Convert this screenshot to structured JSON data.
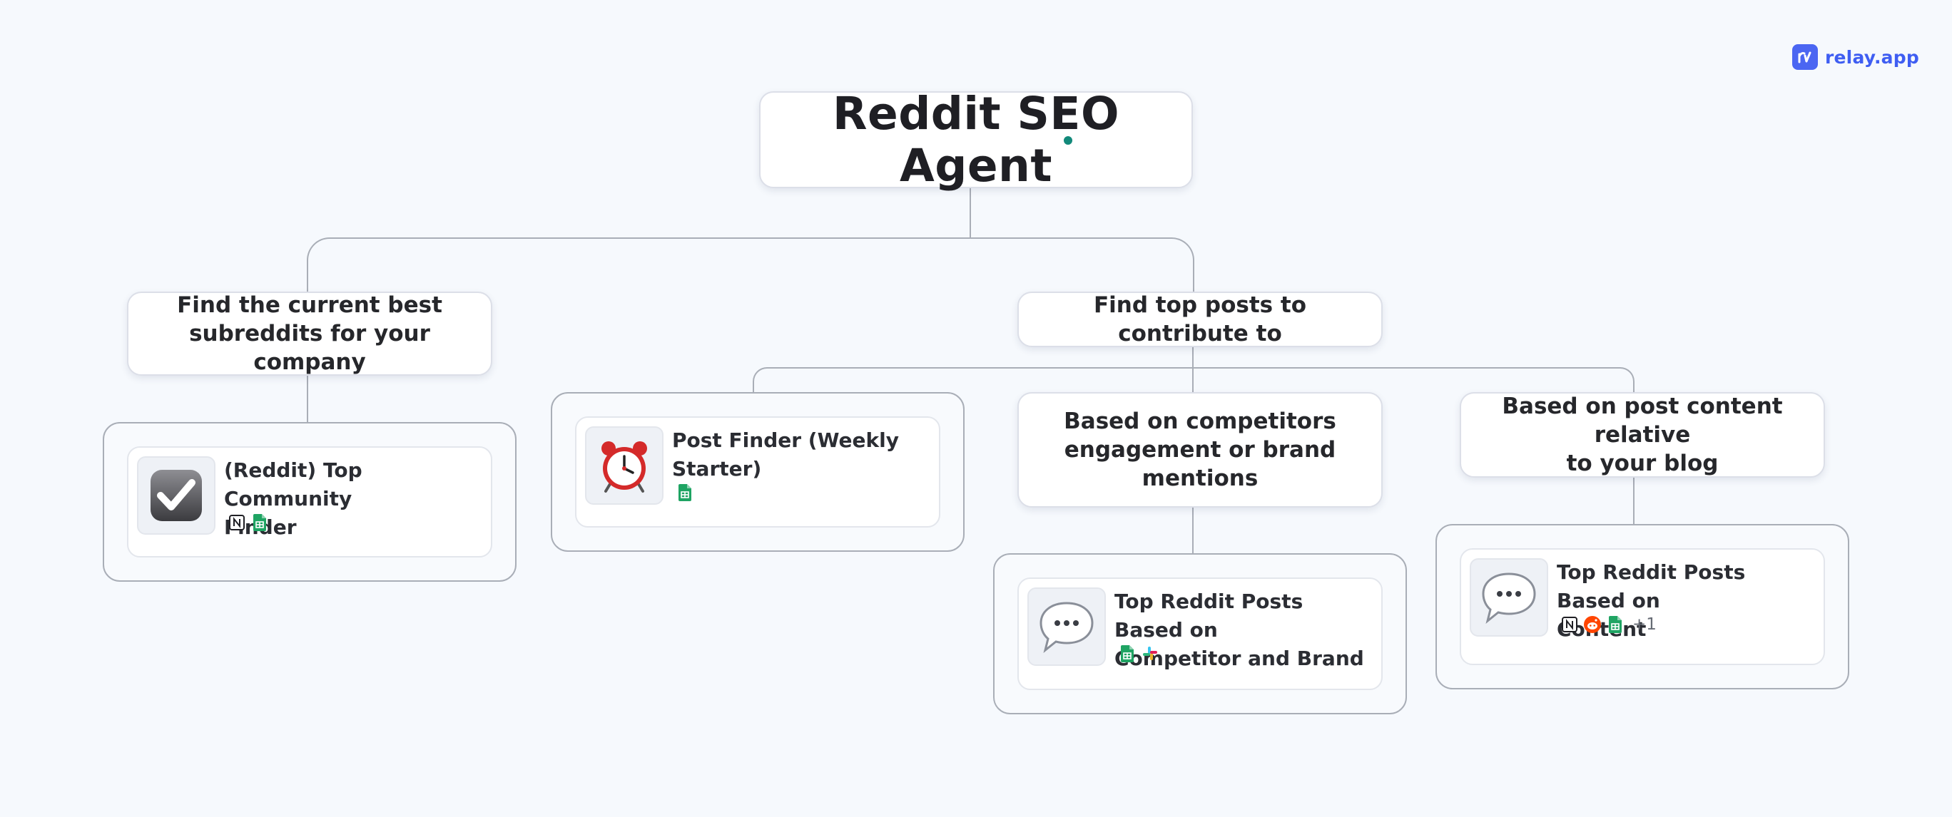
{
  "brand": {
    "name": "relay.app",
    "color": "#3f5ef2"
  },
  "title": "Reddit SEO Agent",
  "nodes": {
    "subreddits": {
      "line1": "Find the current best",
      "line2": "subreddits for your company"
    },
    "top_posts": {
      "label": "Find top posts to contribute to"
    },
    "competitors": {
      "line1": "Based on competitors",
      "line2": "engagement or brand",
      "line3": "mentions"
    },
    "content": {
      "line1": "Based on post content relative",
      "line2": "to your blog"
    }
  },
  "cards": {
    "community_finder": {
      "line1": "(Reddit) Top Community",
      "line2": "Finder",
      "icon": "checkmark-icon",
      "tools": [
        "notion-icon",
        "google-sheets-icon"
      ]
    },
    "post_finder": {
      "line1": "Post Finder (Weekly",
      "line2": "Starter)",
      "icon": "alarm-clock-icon",
      "tools": [
        "google-sheets-icon"
      ]
    },
    "competitor_posts": {
      "line1": "Top Reddit Posts Based on",
      "line2": "Competitor and Brand",
      "icon": "speech-bubble-icon",
      "tools": [
        "google-sheets-icon",
        "slack-icon"
      ]
    },
    "content_posts": {
      "line1": "Top Reddit Posts Based on",
      "line2": "Content",
      "icon": "speech-bubble-icon",
      "tools": [
        "notion-icon",
        "reddit-icon",
        "google-sheets-icon"
      ],
      "more": "+1"
    }
  },
  "colors": {
    "background": "#f6f9fd",
    "connector": "#a9aeb7",
    "accent_dot": "#12897a",
    "sheets": "#1fa463",
    "reddit": "#ff4500"
  }
}
